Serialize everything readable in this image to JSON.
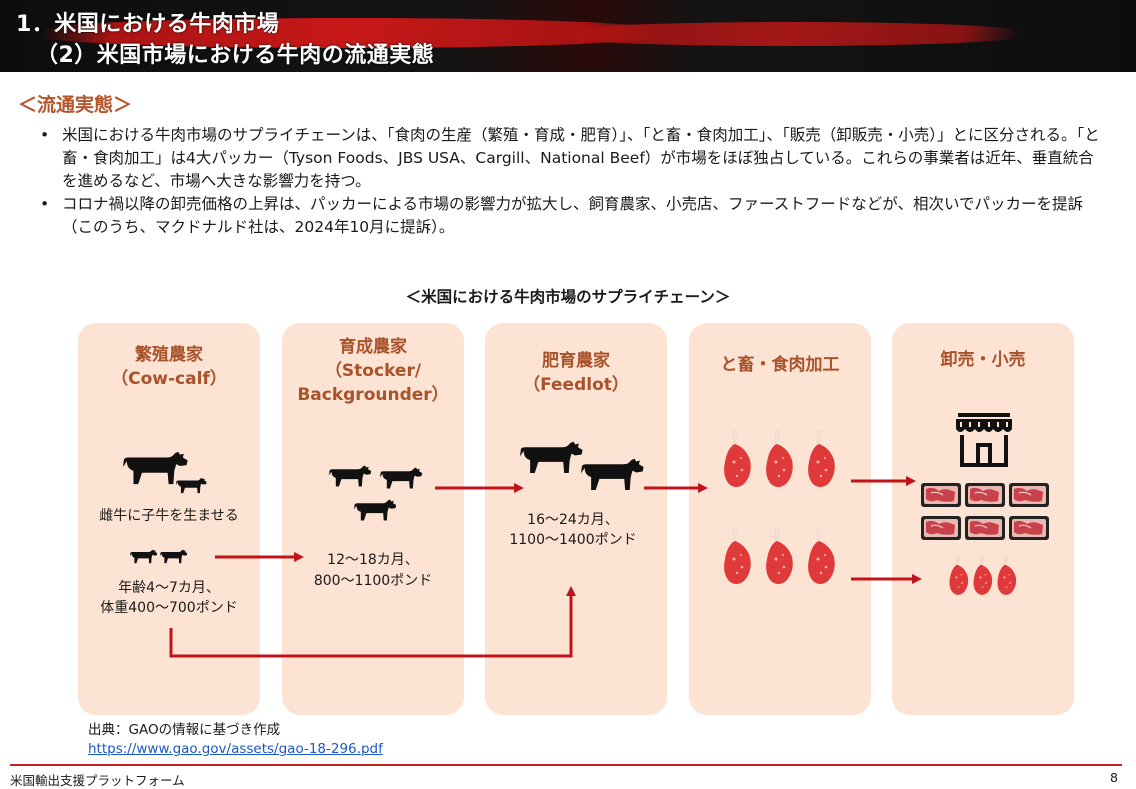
{
  "header": {
    "title_line1": "1．米国における牛肉市場",
    "title_line2": "（2）米国市場における牛肉の流通実態"
  },
  "section_heading": "＜流通実態＞",
  "bullets": [
    "米国における牛肉市場のサプライチェーンは、「食肉の生産（繁殖・育成・肥育）」、「と畜・食肉加工」、「販売（卸販売・小売）」とに区分される。「と畜・食肉加工」は4大パッカー（Tyson Foods、JBS USA、Cargill、National Beef）が市場をほぼ独占している。これらの事業者は近年、垂直統合を進めるなど、市場へ大きな影響力を持つ。",
    "コロナ禍以降の卸売価格の上昇は、パッカーによる市場の影響力が拡大し、飼育農家、小売店、ファーストフードなどが、相次いでパッカーを提訴（このうち、マクドナルド社は、2024年10月に提訴）。"
  ],
  "diagram": {
    "title": "＜米国における牛肉市場のサプライチェーン＞",
    "stages": [
      {
        "name": "繁殖農家",
        "sub": "（Cow-calf）"
      },
      {
        "name": "育成農家",
        "sub": "（Stocker/",
        "sub2": "Backgrounder）"
      },
      {
        "name": "肥育農家",
        "sub": "（Feedlot）"
      },
      {
        "name": "と畜・食肉加工"
      },
      {
        "name": "卸売・小売"
      }
    ],
    "notes": {
      "cowcalf_desc": "雌牛に子牛を生ませる",
      "cowcalf_age": "年齢4～7カ月、",
      "cowcalf_weight": "体重400～700ポンド",
      "stocker_age": "12～18カ月、",
      "stocker_weight": "800～1100ポンド",
      "feedlot_age": "16～24カ月、",
      "feedlot_weight": "1100～1400ポンド"
    },
    "colors": {
      "panel": "#fce3d3",
      "title": "#a8532b",
      "arrow": "#c0141a",
      "meat": "#e0393a"
    },
    "icons": [
      "cow-icon",
      "calf-icon",
      "shop-icon",
      "meat-steak-icon",
      "meat-package-icon"
    ]
  },
  "source": {
    "label": "出典：GAOの情報に基づき作成",
    "url": "https://www.gao.gov/assets/gao-18-296.pdf"
  },
  "footer": {
    "org": "米国輸出支援プラットフォーム",
    "page": "8"
  }
}
